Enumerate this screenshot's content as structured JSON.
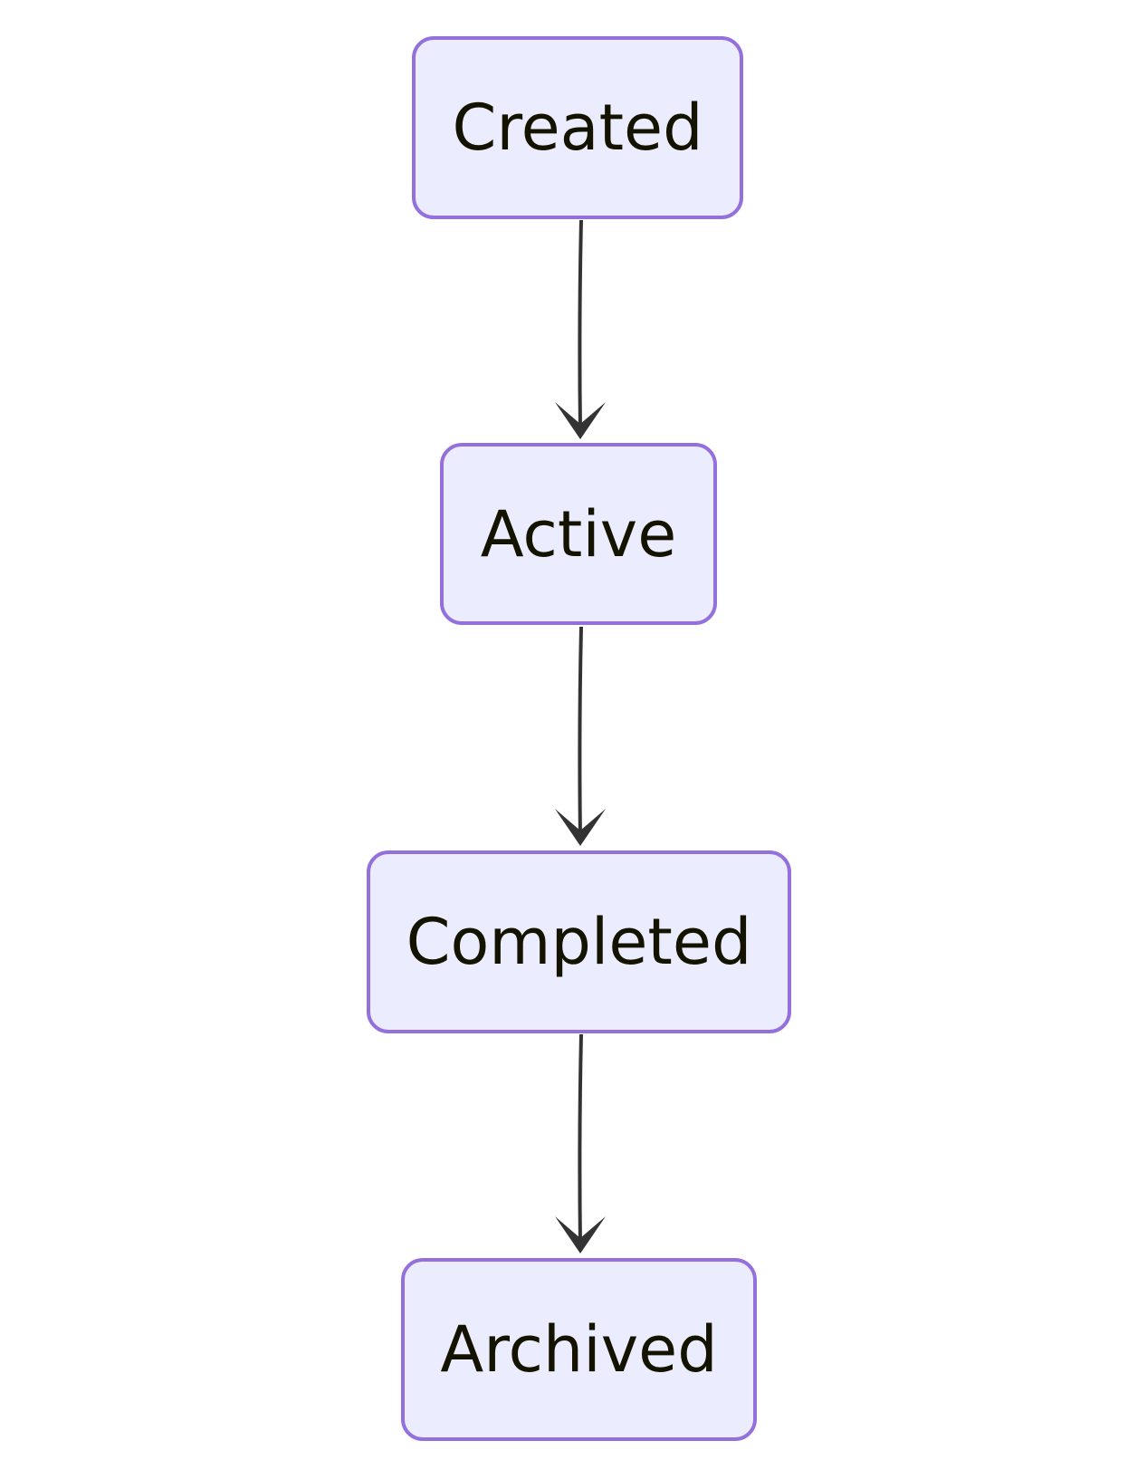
{
  "colors": {
    "node_fill": "#ececff",
    "node_border": "#9370db",
    "text": "#131300",
    "edge": "#333333"
  },
  "nodes": [
    {
      "id": "created",
      "label": "Created"
    },
    {
      "id": "active",
      "label": "Active"
    },
    {
      "id": "completed",
      "label": "Completed"
    },
    {
      "id": "archived",
      "label": "Archived"
    }
  ],
  "edges": [
    {
      "from": "created",
      "to": "active"
    },
    {
      "from": "active",
      "to": "completed"
    },
    {
      "from": "completed",
      "to": "archived"
    }
  ]
}
